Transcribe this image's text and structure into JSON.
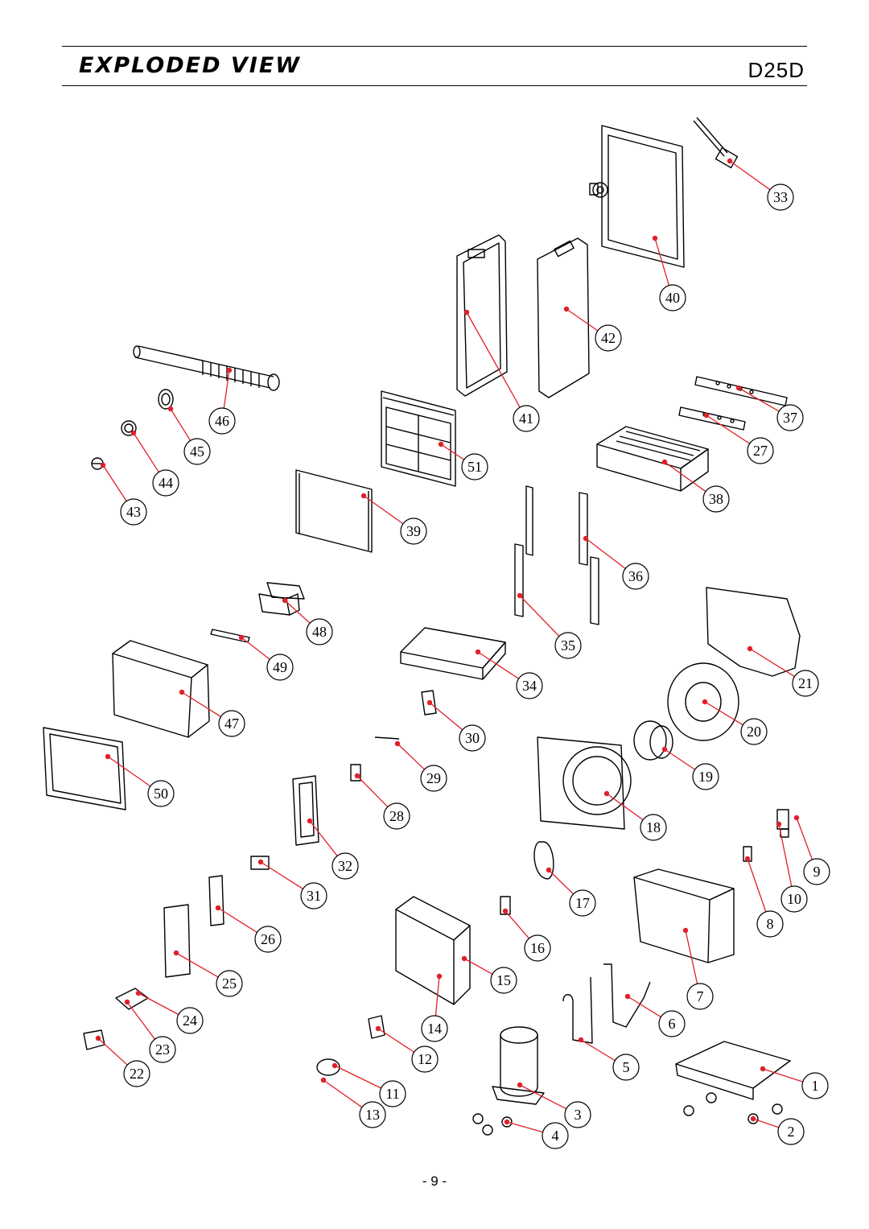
{
  "header": {
    "title": "EXPLODED VIEW",
    "model": "D25D"
  },
  "footer": {
    "page_number": "- 9 -"
  },
  "colors": {
    "callout_line": "#e0202a",
    "ink": "#000000"
  },
  "parts": [
    {
      "id": "1"
    },
    {
      "id": "2"
    },
    {
      "id": "3"
    },
    {
      "id": "4"
    },
    {
      "id": "5"
    },
    {
      "id": "6"
    },
    {
      "id": "7"
    },
    {
      "id": "8"
    },
    {
      "id": "9"
    },
    {
      "id": "10"
    },
    {
      "id": "11"
    },
    {
      "id": "12"
    },
    {
      "id": "13"
    },
    {
      "id": "14"
    },
    {
      "id": "15"
    },
    {
      "id": "16"
    },
    {
      "id": "17"
    },
    {
      "id": "18"
    },
    {
      "id": "19"
    },
    {
      "id": "20"
    },
    {
      "id": "21"
    },
    {
      "id": "22"
    },
    {
      "id": "23"
    },
    {
      "id": "24"
    },
    {
      "id": "25"
    },
    {
      "id": "26"
    },
    {
      "id": "27"
    },
    {
      "id": "28"
    },
    {
      "id": "29"
    },
    {
      "id": "30"
    },
    {
      "id": "31"
    },
    {
      "id": "32"
    },
    {
      "id": "33"
    },
    {
      "id": "34"
    },
    {
      "id": "35"
    },
    {
      "id": "36"
    },
    {
      "id": "37"
    },
    {
      "id": "38"
    },
    {
      "id": "39"
    },
    {
      "id": "40"
    },
    {
      "id": "41"
    },
    {
      "id": "42"
    },
    {
      "id": "43"
    },
    {
      "id": "44"
    },
    {
      "id": "45"
    },
    {
      "id": "46"
    },
    {
      "id": "47"
    },
    {
      "id": "48"
    },
    {
      "id": "49"
    },
    {
      "id": "50"
    },
    {
      "id": "51"
    }
  ]
}
